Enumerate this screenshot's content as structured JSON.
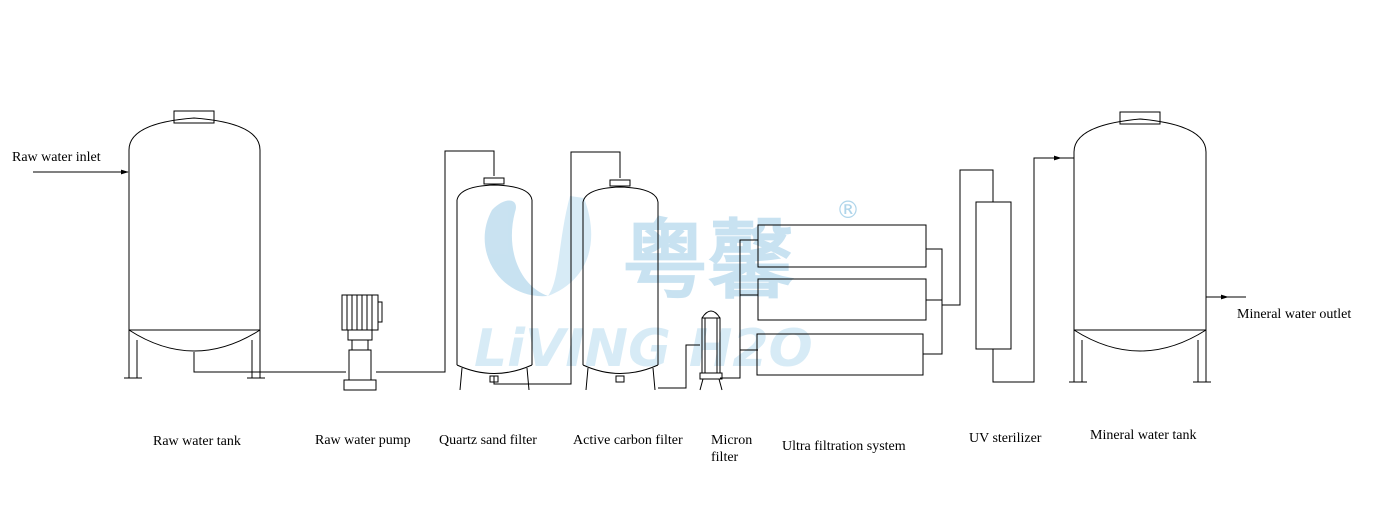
{
  "labels": {
    "raw_water_inlet": "Raw water inlet",
    "raw_water_tank": "Raw water tank",
    "raw_water_pump": "Raw water pump",
    "quartz_sand_filter": "Quartz sand filter",
    "active_carbon_filter": "Active carbon filter",
    "micron_filter": "Micron filter",
    "ultra_filtration_system": "Ultra filtration system",
    "uv_sterilizer": "UV sterilizer",
    "mineral_water_tank": "Mineral water tank",
    "mineral_water_outlet": "Mineral water outlet"
  },
  "watermark": {
    "brand_cn": "粤馨",
    "brand_en": "LiVING H2O",
    "registered_mark": "®",
    "color": "#9ccbe6"
  },
  "colors": {
    "line": "#000000",
    "background": "#ffffff"
  }
}
